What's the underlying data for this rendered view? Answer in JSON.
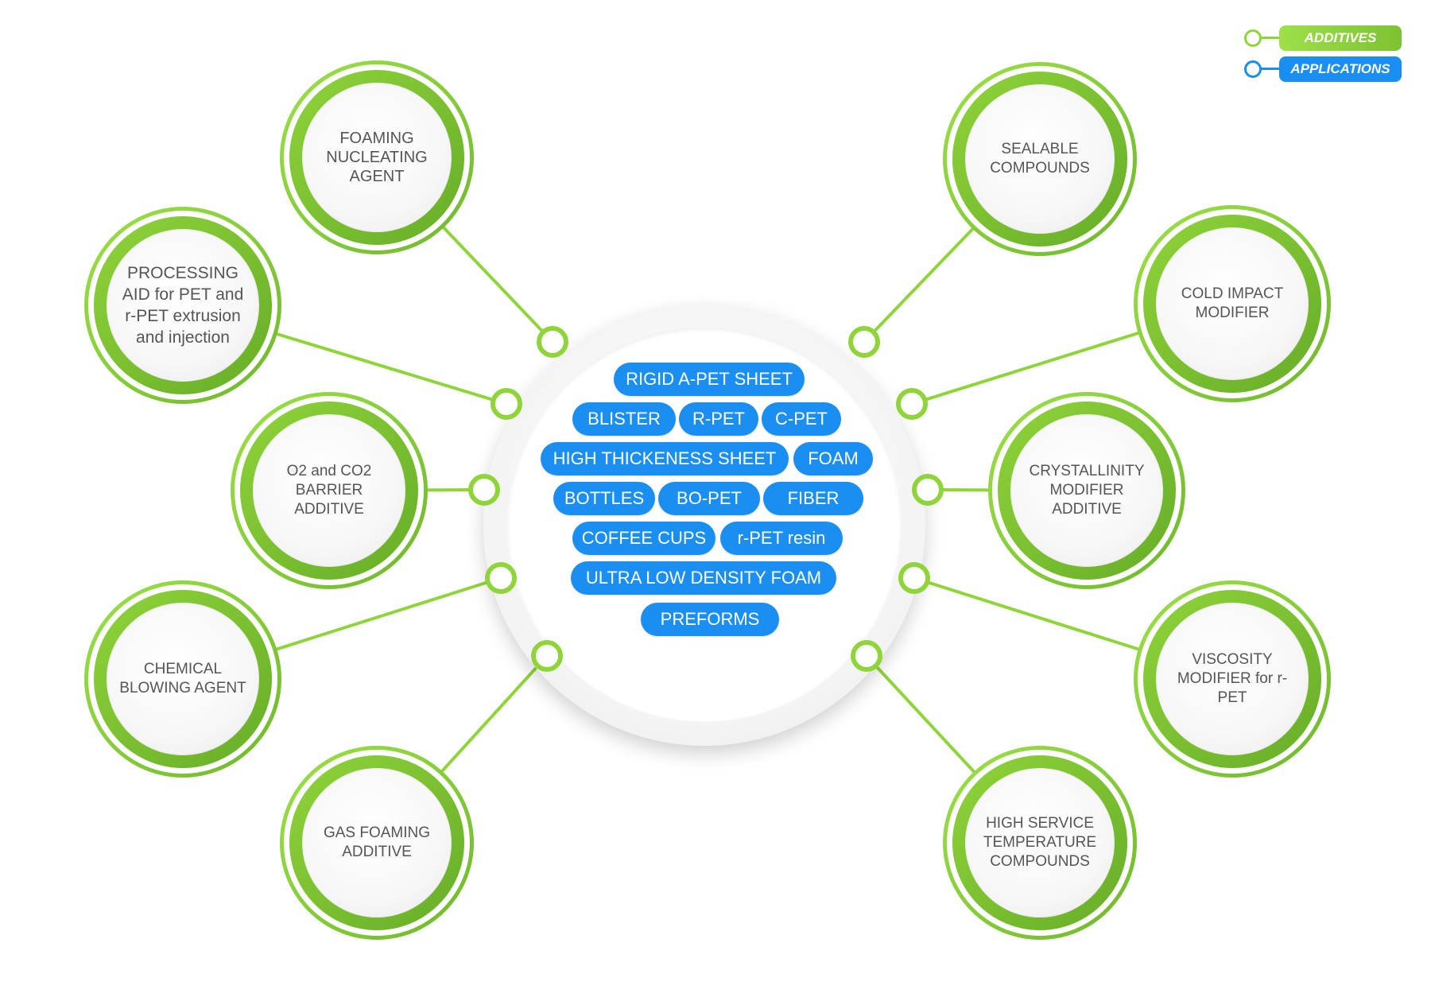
{
  "legend": {
    "additives_label": "ADDITIVES",
    "applications_label": "APPLICATIONS",
    "additives_color": "#8fd43a",
    "applications_color": "#1b8ef1"
  },
  "colors": {
    "additive_green": "#8fd43a",
    "application_blue": "#1b8ef1",
    "label_gray": "#555555"
  },
  "additives": [
    {
      "label": "FOAMING NUCLEATING AGENT"
    },
    {
      "label": "PROCESSING AID for PET and r-PET extrusion and injection"
    },
    {
      "label": "O2 and CO2 BARRIER ADDITIVE"
    },
    {
      "label": "CHEMICAL BLOWING AGENT"
    },
    {
      "label": "GAS FOAMING ADDITIVE"
    },
    {
      "label": "SEALABLE COMPOUNDS"
    },
    {
      "label": "COLD IMPACT MODIFIER"
    },
    {
      "label": "CRYSTALLINITY MODIFIER ADDITIVE"
    },
    {
      "label": "VISCOSITY MODIFIER for r-PET"
    },
    {
      "label": "HIGH SERVICE TEMPERATURE COMPOUNDS"
    }
  ],
  "applications": [
    "RIGID A-PET SHEET",
    "BLISTER",
    "R-PET",
    "C-PET",
    "HIGH THICKENESS SHEET",
    "FOAM",
    "BOTTLES",
    "BO-PET",
    "FIBER",
    "COFFEE CUPS",
    "r-PET resin",
    "ULTRA LOW DENSITY FOAM",
    "PREFORMS"
  ]
}
